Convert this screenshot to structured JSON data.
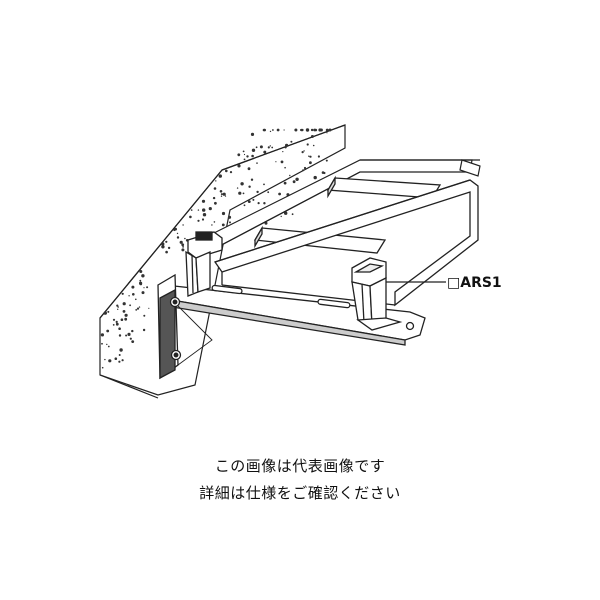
{
  "diagram": {
    "part_label": "ARS1",
    "part_label_box": "□"
  },
  "caption": {
    "line1": "この画像は代表画像です",
    "line2": "詳細は仕様をご確認ください"
  }
}
